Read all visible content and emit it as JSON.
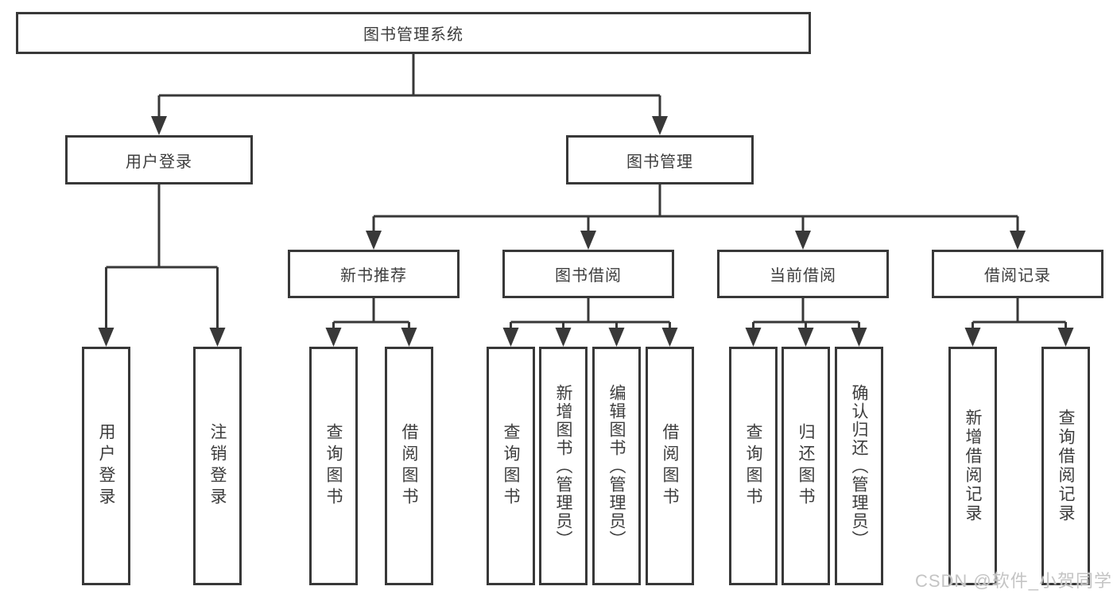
{
  "tree": {
    "label": "图书管理系统",
    "children": [
      {
        "label": "用户登录",
        "children": [
          {
            "label": "用户登录"
          },
          {
            "label": "注销登录"
          }
        ]
      },
      {
        "label": "图书管理",
        "children": [
          {
            "label": "新书推荐",
            "children": [
              {
                "label": "查询图书"
              },
              {
                "label": "借阅图书"
              }
            ]
          },
          {
            "label": "图书借阅",
            "children": [
              {
                "label": "查询图书"
              },
              {
                "label": "新增图书（管理员）"
              },
              {
                "label": "编辑图书（管理员）"
              },
              {
                "label": "借阅图书"
              }
            ]
          },
          {
            "label": "当前借阅",
            "children": [
              {
                "label": "查询图书"
              },
              {
                "label": "归还图书"
              },
              {
                "label": "确认归还（管理员）"
              }
            ]
          },
          {
            "label": "借阅记录",
            "children": [
              {
                "label": "新增借阅记录"
              },
              {
                "label": "查询借阅记录"
              }
            ]
          }
        ]
      }
    ]
  },
  "watermark": {
    "text": "CSDN @软件_小贺同学"
  },
  "colors": {
    "line": "#383838",
    "box_border": "#383838",
    "text": "#3d3d3d",
    "background": "#ffffff",
    "watermark": "#c4c4c4"
  }
}
